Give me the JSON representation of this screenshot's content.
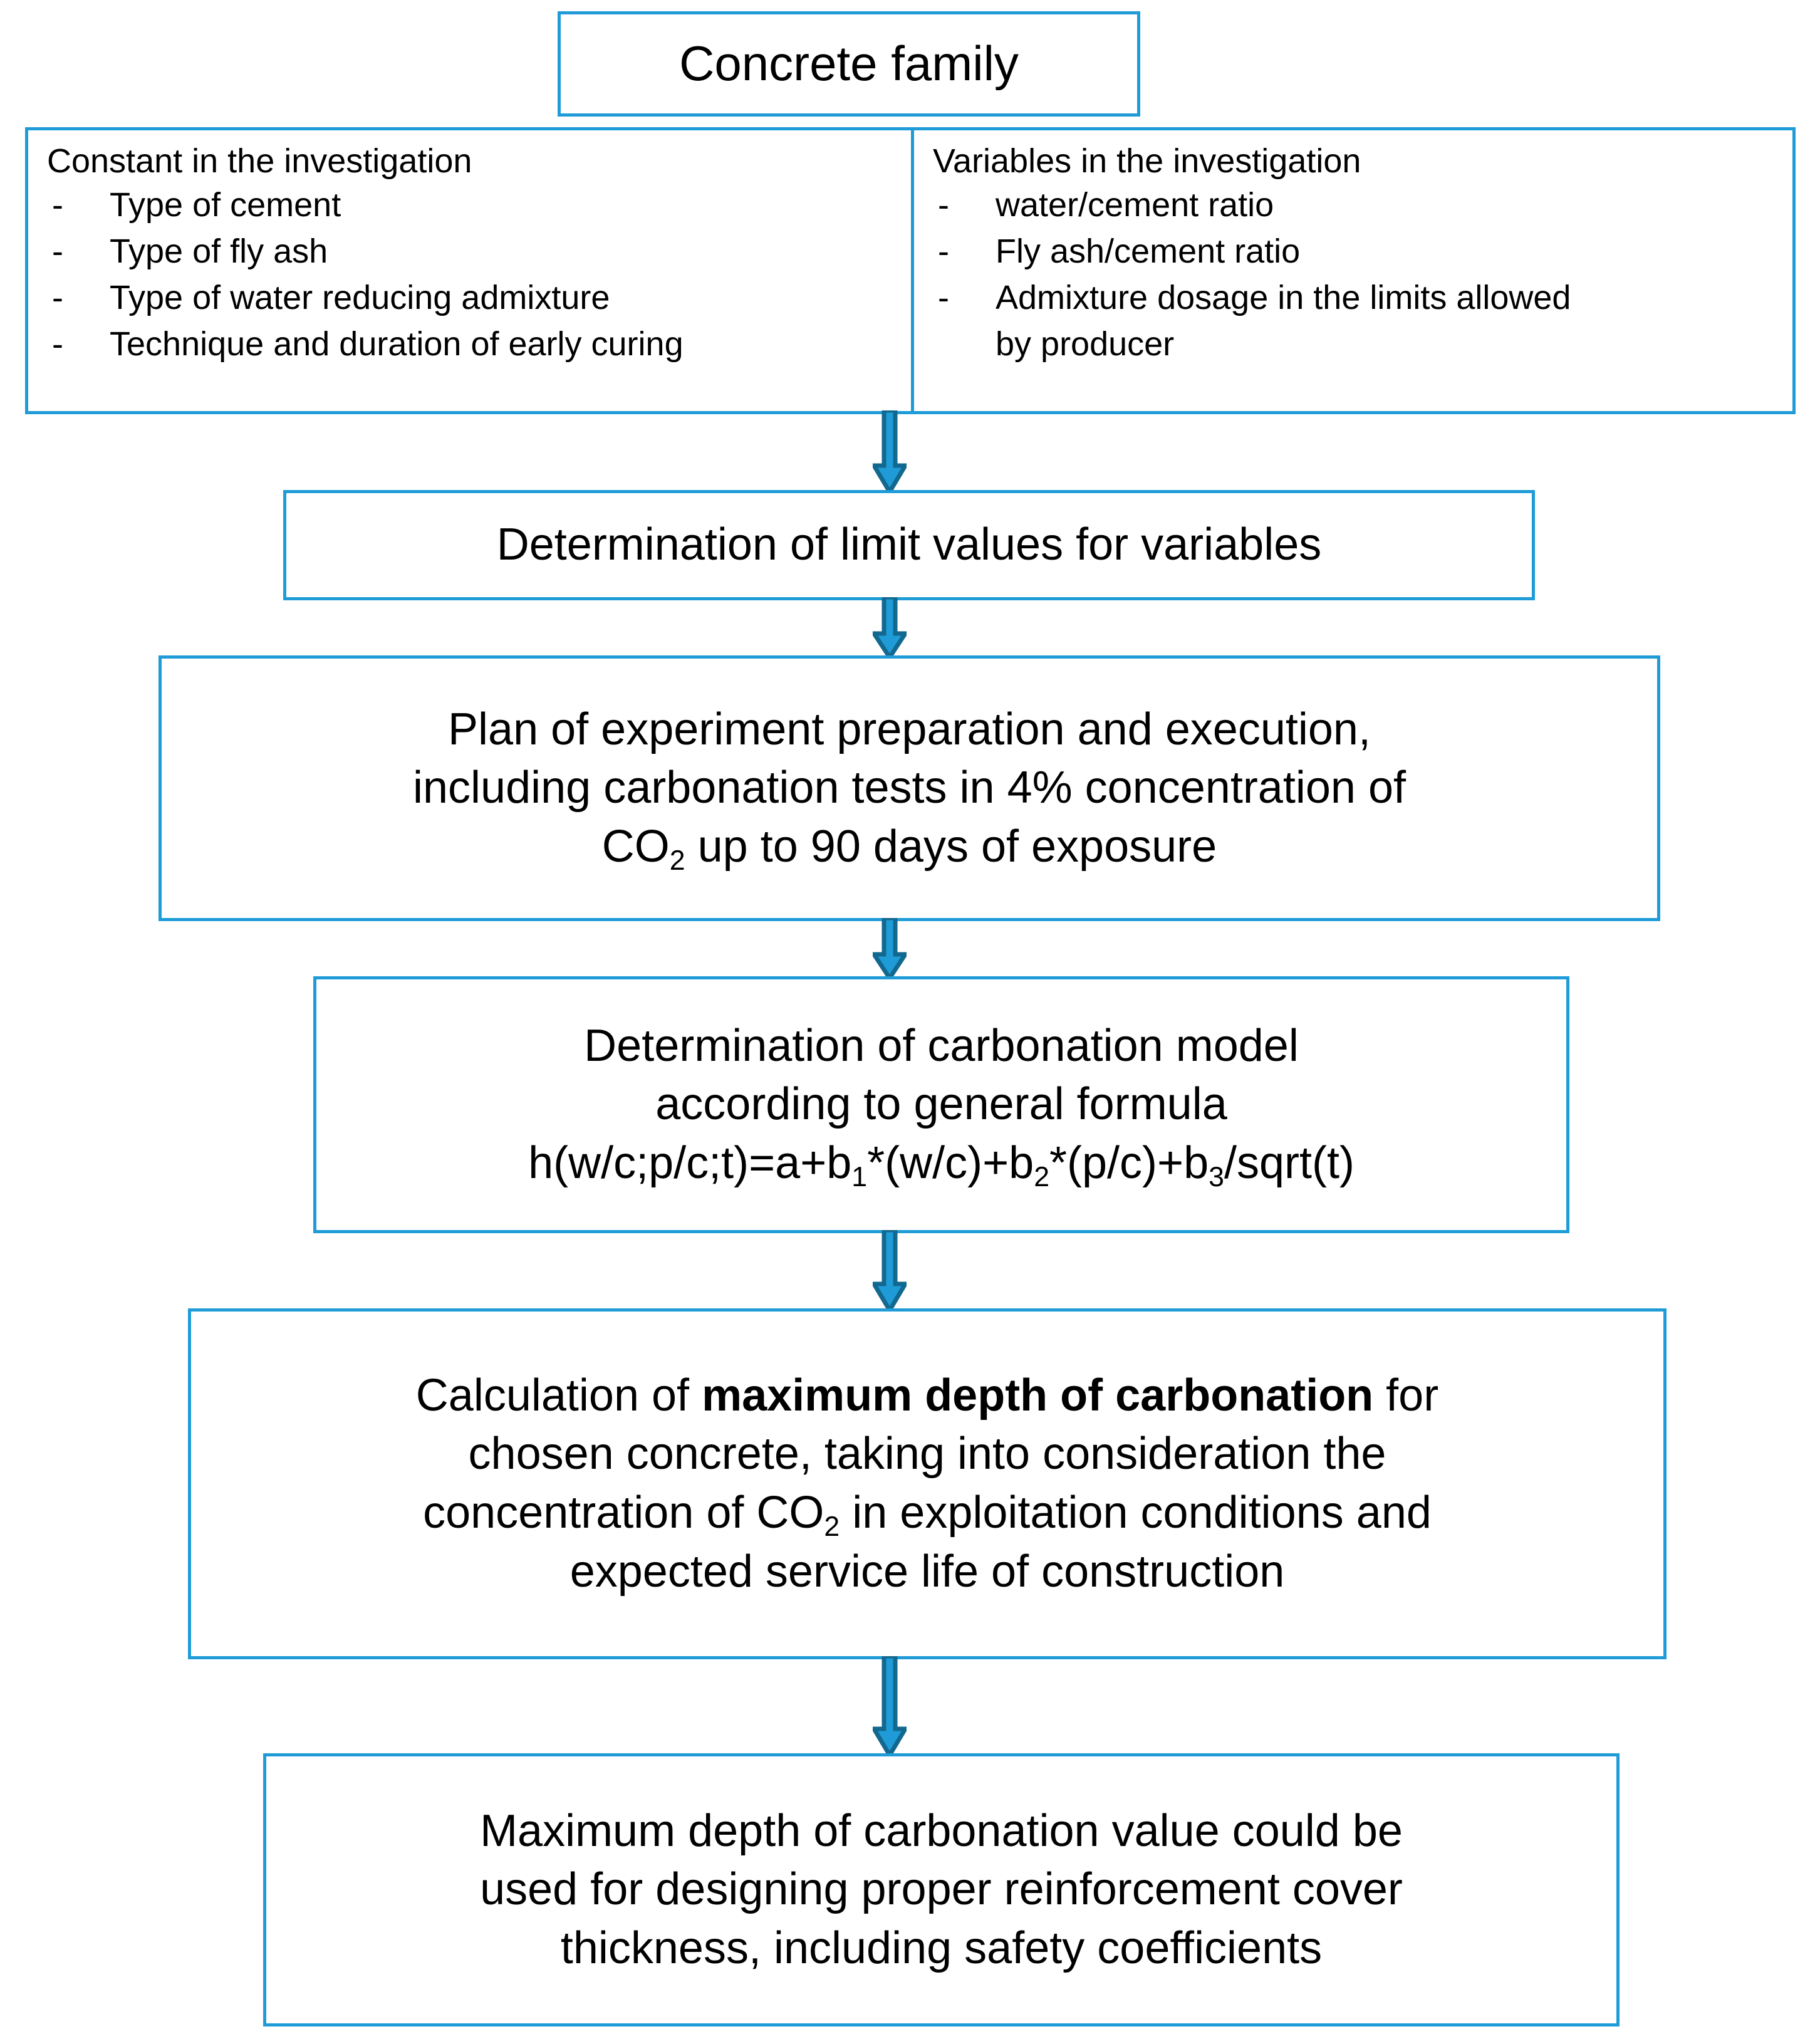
{
  "theme": {
    "accent": "#1f9cd7",
    "arrow_fill": "#1f9cd7",
    "arrow_stroke": "#12688f",
    "text": "#000000",
    "background": "#ffffff"
  },
  "title_box": {
    "label": "Concrete family"
  },
  "columns": {
    "constant": {
      "heading": "Constant in the investigation",
      "dash": "-",
      "items": [
        "Type of cement",
        "Type of fly ash",
        "Type of water reducing admixture",
        "Technique and duration of early curing"
      ]
    },
    "variables": {
      "heading": "Variables in the investigation",
      "dash": "-",
      "items": [
        "water/cement ratio",
        "Fly ash/cement ratio",
        "Admixture dosage in the limits allowed",
        "by producer"
      ]
    }
  },
  "steps": {
    "limit_values": {
      "lines": [
        "Determination of limit values for variables"
      ]
    },
    "plan": {
      "lines": [
        "Plan of experiment preparation and execution,",
        "including carbonation tests in 4% concentration of"
      ],
      "last_line": {
        "pre": "CO",
        "sub": "2",
        "post": " up to 90 days of exposure"
      }
    },
    "model": {
      "lines": [
        "Determination of carbonation model",
        "according to general formula"
      ],
      "formula": {
        "p1": "h(w/c;p/c;t)=a+b",
        "s1": "1",
        "p2": "*(w/c)+b",
        "s2": "2",
        "p3": "*(p/c)+b",
        "s3": "3",
        "p4": "/sqrt(t)"
      }
    },
    "calculation": {
      "line1": {
        "pre": "Calculation of ",
        "bold": "maximum depth of carbonation",
        "post": " for"
      },
      "line2": "chosen concrete, taking into consideration the",
      "line3": {
        "pre": "concentration of CO",
        "sub": "2",
        "post": " in exploitation conditions and"
      },
      "line4": "expected service life of construction"
    },
    "result": {
      "lines": [
        "Maximum depth of carbonation value could be",
        "used for designing proper reinforcement cover",
        "thickness, including safety coefficients"
      ]
    }
  },
  "arrows": {
    "names": [
      "arrow-const-var-to-limit-values",
      "arrow-limit-values-to-plan",
      "arrow-plan-to-model",
      "arrow-model-to-calculation",
      "arrow-calculation-to-result"
    ]
  }
}
